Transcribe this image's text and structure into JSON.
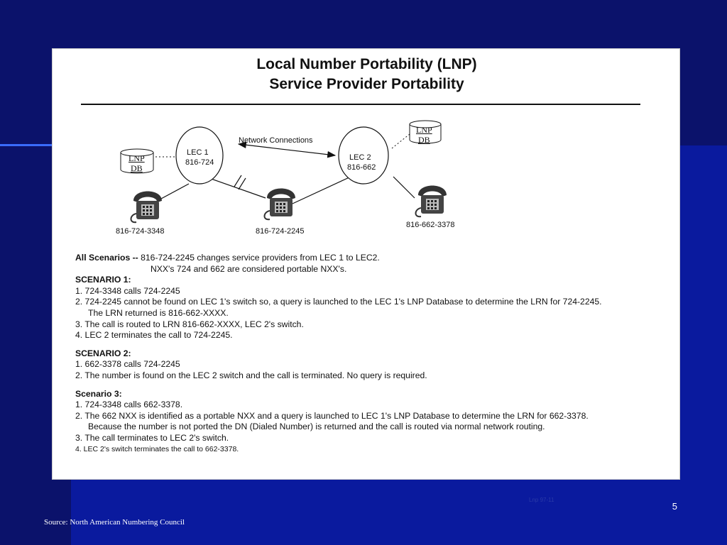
{
  "slide": {
    "title_line1": "Local Number Portability (LNP)",
    "title_line2": "Service Provider Portability",
    "page_number": "5",
    "source": "Source: North American Numbering Council",
    "faint_note": "Lnp 97-11"
  },
  "diagram": {
    "network_label": "Network Connections",
    "lec1_name": "LEC 1",
    "lec1_code": "816-724",
    "lec2_name": "LEC 2",
    "lec2_code": "816-662",
    "db_line1": "LNP",
    "db_line2": "DB",
    "phone1_number": "816-724-3348",
    "phone2_number": "816-724-2245",
    "phone3_number": "816-662-3378"
  },
  "text": {
    "all_label": "All Scenarios --",
    "all_line1": " 816-724-2245 changes service providers from LEC 1 to LEC2.",
    "all_line2": "NXX's 724 and 662 are considered portable NXX's.",
    "s1_heading": "SCENARIO 1:",
    "s1_items": [
      "1.  724-3348 calls 724-2245",
      "2.  724-2245 cannot be found on LEC 1's switch so, a query is launched to the LEC 1's LNP Database to determine the LRN for 724-2245.",
      "The LRN returned is 816-662-XXXX.",
      "3.  The call is routed to LRN 816-662-XXXX, LEC 2's switch.",
      "4.  LEC 2 terminates the call to 724-2245."
    ],
    "s2_heading": "SCENARIO 2:",
    "s2_items": [
      "1.  662-3378 calls 724-2245",
      "2.   The number is found on the LEC 2 switch and the call is terminated.  No query is required."
    ],
    "s3_heading": "Scenario 3:",
    "s3_items": [
      "1.  724-3348 calls 662-3378.",
      "2.  The 662 NXX is identified as a portable NXX and a query is launched to LEC 1's LNP Database to determine the LRN for 662-3378.",
      "Because the number is not ported the DN (Dialed Number) is returned and the call is routed via normal network routing.",
      "3.  The call terminates to LEC 2's switch.",
      "4.  LEC 2's switch terminates the call to 662-3378."
    ]
  },
  "colors": {
    "background": "#0a1a9e",
    "background_dark": "#0b126b",
    "accent_line": "#3a6cff",
    "card": "#ffffff",
    "text": "#111111"
  }
}
